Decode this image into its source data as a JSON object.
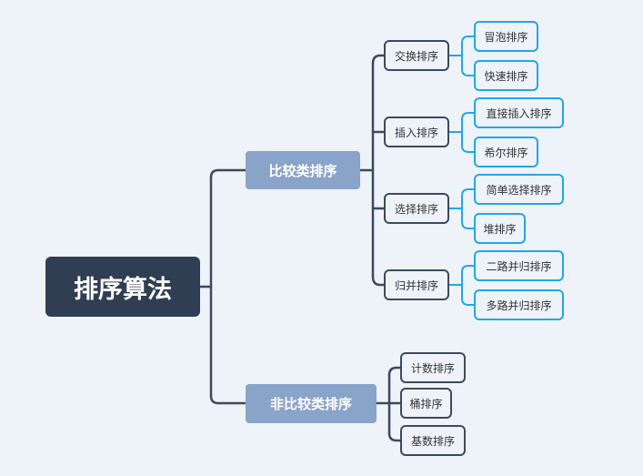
{
  "root": "排序算法",
  "comparison": {
    "label": "比较类排序",
    "groups": [
      {
        "label": "交换排序",
        "items": [
          "冒泡排序",
          "快速排序"
        ]
      },
      {
        "label": "插入排序",
        "items": [
          "直接插入排序",
          "希尔排序"
        ]
      },
      {
        "label": "选择排序",
        "items": [
          "简单选择排序",
          "堆排序"
        ]
      },
      {
        "label": "归并排序",
        "items": [
          "二路并归排序",
          "多路并归排序"
        ]
      }
    ]
  },
  "non_comparison": {
    "label": "非比较类排序",
    "items": [
      "计数排序",
      "桶排序",
      "基数排序"
    ]
  },
  "colors": {
    "background": "#eef3f9",
    "root": "#2f3e52",
    "branch": "#8aa3c8",
    "connector": "#3b4a5e",
    "leaf_border": "#22a7e6"
  }
}
